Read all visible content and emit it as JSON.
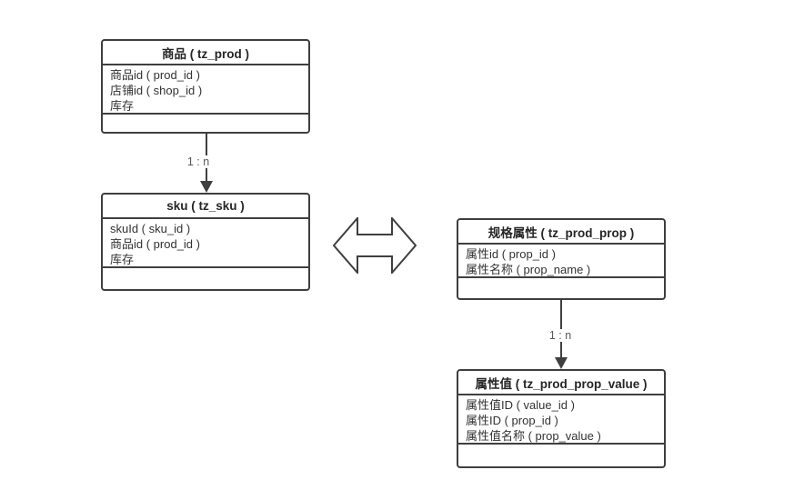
{
  "diagram": {
    "background": "#ffffff",
    "line_color": "#3f3f3f",
    "text_color": "#333333",
    "label_color": "#595959"
  },
  "tables": {
    "prod": {
      "title": "商品 ( tz_prod )",
      "rows": [
        "商品id ( prod_id )",
        "店铺id ( shop_id )",
        "库存"
      ]
    },
    "sku": {
      "title": "sku ( tz_sku )",
      "rows": [
        "skuId ( sku_id )",
        "商品id ( prod_id )",
        "库存"
      ]
    },
    "prop": {
      "title": "规格属性 ( tz_prod_prop )",
      "rows": [
        "属性id ( prop_id )",
        "属性名称 ( prop_name )"
      ]
    },
    "prop_value": {
      "title": "属性值 ( tz_prod_prop_value )",
      "rows": [
        "属性值ID ( value_id )",
        "属性ID ( prop_id )",
        "属性值名称 ( prop_value )"
      ]
    }
  },
  "connectors": {
    "prod_to_sku": {
      "label": "1 : n"
    },
    "prop_to_value": {
      "label": "1 : n"
    }
  },
  "shapes": {
    "double_arrow": "bidirectional-relation"
  }
}
